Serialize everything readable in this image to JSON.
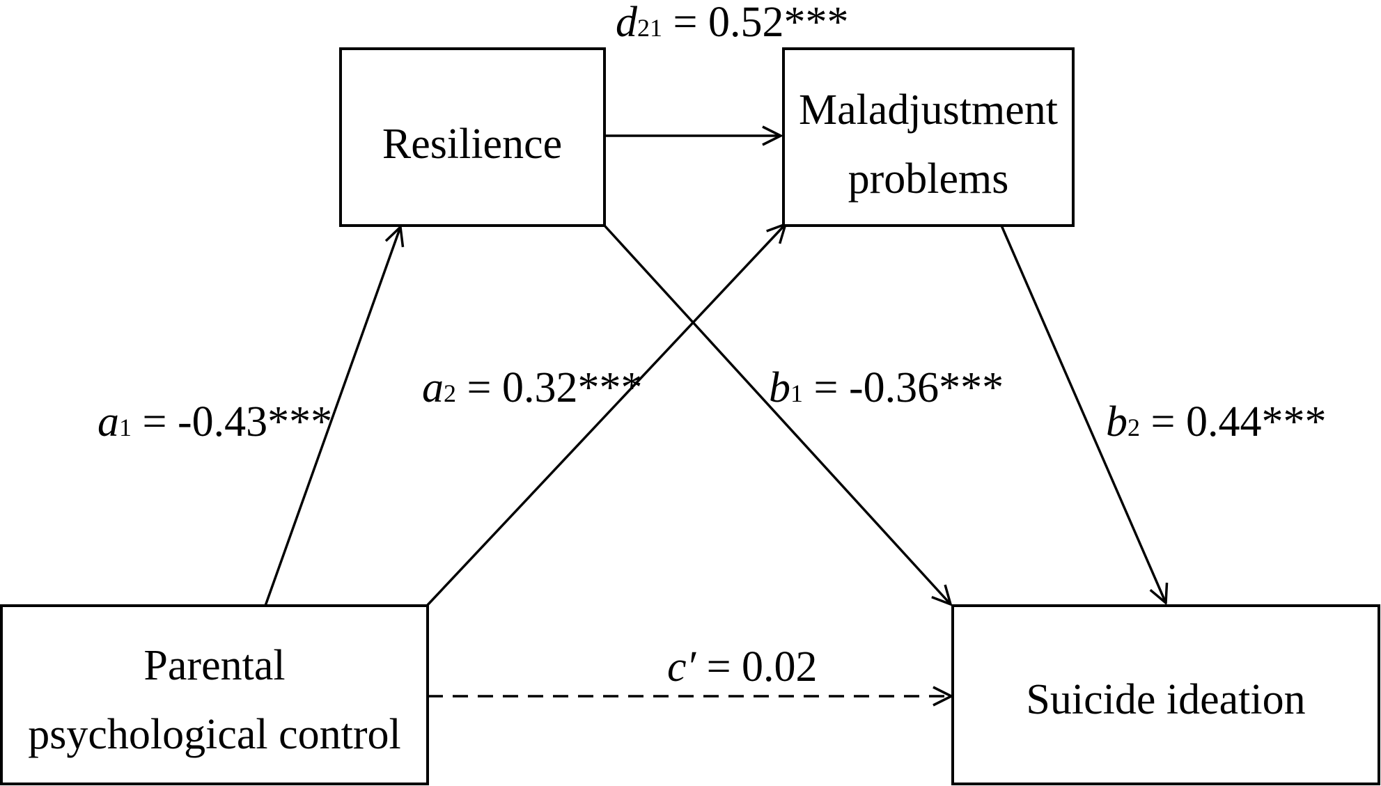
{
  "nodes": {
    "resilience": {
      "lines": [
        "Resilience"
      ]
    },
    "maladjustment": {
      "lines": [
        "Maladjustment",
        "problems"
      ]
    },
    "parental_control": {
      "lines": [
        "Parental",
        "psychological control"
      ]
    },
    "suicide_ideation": {
      "lines": [
        "Suicide ideation"
      ]
    }
  },
  "paths": {
    "d21": {
      "symbol": "d",
      "subscript": "21",
      "value": " = 0.52***",
      "from": "Resilience",
      "to": "Maladjustment problems",
      "style": "solid"
    },
    "a1": {
      "symbol": "a",
      "subscript": "1",
      "value": " = -0.43***",
      "from": "Parental psychological control",
      "to": "Resilience",
      "style": "solid"
    },
    "a2": {
      "symbol": "a",
      "subscript": "2",
      "value": " = 0.32***",
      "from": "Parental psychological control",
      "to": "Maladjustment problems",
      "style": "solid"
    },
    "b1": {
      "symbol": "b",
      "subscript": "1",
      "value": " = -0.36***",
      "from": "Resilience",
      "to": "Suicide ideation",
      "style": "solid"
    },
    "b2": {
      "symbol": "b",
      "subscript": "2",
      "value": " = 0.44***",
      "from": "Maladjustment problems",
      "to": "Suicide ideation",
      "style": "solid"
    },
    "c_prime": {
      "symbol": "c′",
      "subscript": "",
      "value": " = 0.02",
      "from": "Parental psychological control",
      "to": "Suicide ideation",
      "style": "dashed"
    }
  }
}
